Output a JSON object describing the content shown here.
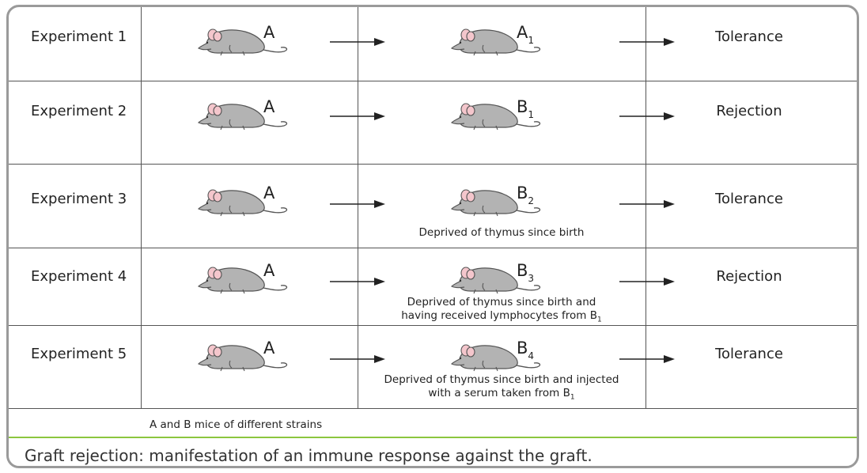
{
  "experiments": [
    {
      "label": "Experiment 1",
      "donor": "A",
      "recipient": "A",
      "recipient_sub": "1",
      "note1": "",
      "note2": "",
      "note_sub": "",
      "result": "Tolerance"
    },
    {
      "label": "Experiment 2",
      "donor": "A",
      "recipient": "B",
      "recipient_sub": "1",
      "note1": "",
      "note2": "",
      "note_sub": "",
      "result": "Rejection"
    },
    {
      "label": "Experiment 3",
      "donor": "A",
      "recipient": "B",
      "recipient_sub": "2",
      "note1": "Deprived of thymus since birth",
      "note2": "",
      "note_sub": "",
      "result": "Tolerance"
    },
    {
      "label": "Experiment 4",
      "donor": "A",
      "recipient": "B",
      "recipient_sub": "3",
      "note1": "Deprived of thymus since birth and",
      "note2": "having received lymphocytes from B",
      "note_sub": "1",
      "result": "Rejection"
    },
    {
      "label": "Experiment 5",
      "donor": "A",
      "recipient": "B",
      "recipient_sub": "4",
      "note1": "Deprived of thymus since birth and injected",
      "note2": "with a serum taken from B",
      "note_sub": "1",
      "result": "Tolerance"
    }
  ],
  "footnote": "A and B mice of different strains",
  "caption": "Graft rejection: manifestation of an immune response against the graft.",
  "colors": {
    "mouse_fill": "#b3b3b3",
    "ear": "#f4c6cc",
    "frame": "#9a9a9a",
    "divider": "#8cc63f"
  }
}
